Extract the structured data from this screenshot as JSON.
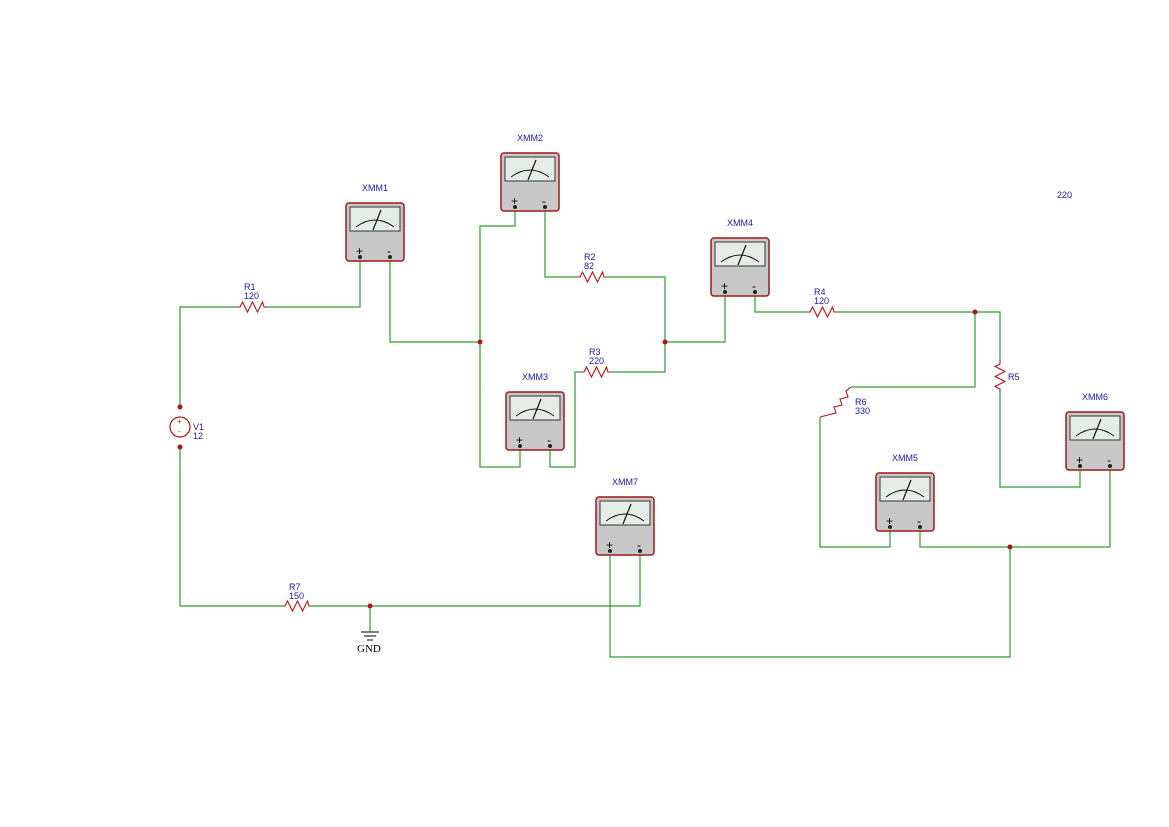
{
  "components": {
    "sources": [
      {
        "ref": "V1",
        "value": "12"
      }
    ],
    "resistors": [
      {
        "ref": "R1",
        "value": "120"
      },
      {
        "ref": "R2",
        "value": "82"
      },
      {
        "ref": "R3",
        "value": "220"
      },
      {
        "ref": "R4",
        "value": "120"
      },
      {
        "ref": "R5",
        "value": ""
      },
      {
        "ref": "R6",
        "value": "330"
      },
      {
        "ref": "R7",
        "value": "150"
      }
    ],
    "meters": [
      "XMM1",
      "XMM2",
      "XMM3",
      "XMM4",
      "XMM5",
      "XMM6",
      "XMM7"
    ],
    "ground": "GND",
    "loose_label": "220",
    "terminal_symbols": {
      "plus": "+",
      "minus": "-"
    }
  },
  "colors": {
    "wire": "#2e9e2e",
    "component": "#b01515",
    "label": "#1a1a9c",
    "meter_body": "#c8c8c8"
  }
}
